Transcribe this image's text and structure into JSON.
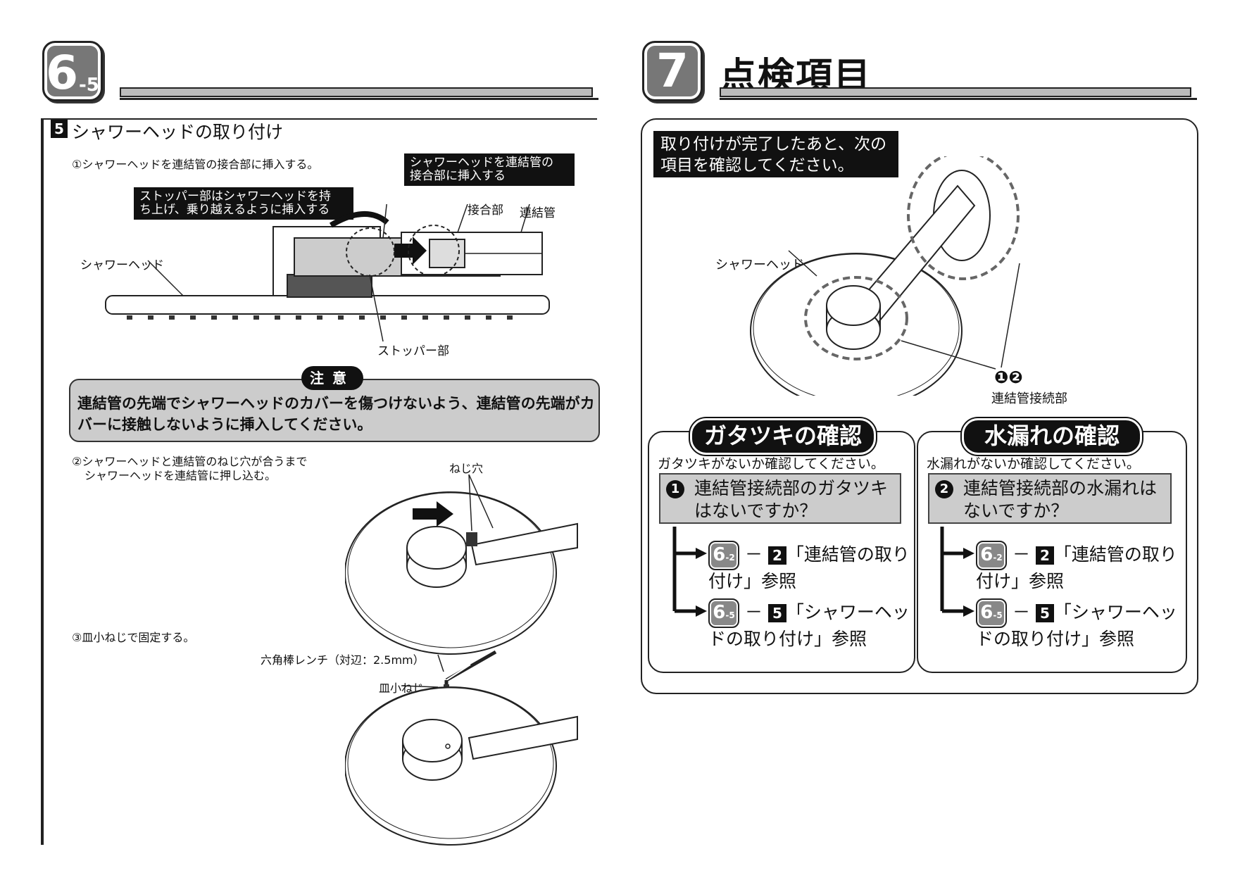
{
  "left": {
    "badge_big": "6",
    "badge_small": "-5",
    "section_number": "5",
    "section_title": "シャワーヘッドの取り付け",
    "step1": "①シャワーヘッドを連結管の接合部に挿入する。",
    "callout_insert": "シャワーヘッドを連結管の\n接合部に挿入する",
    "callout_stopper": "ストッパー部はシャワーヘッドを持\nち上げ、乗り越えるように挿入する",
    "label_joint": "接合部",
    "label_pipe": "連結管",
    "label_showerhead": "シャワーヘッド",
    "label_stopper": "ストッパー部",
    "caution_title": "注意",
    "caution_text": "連結管の先端でシャワーヘッドのカバーを傷つけないよう、連結管の先端がカバーに接触しないように挿入してください。",
    "step2_line1": "②シャワーヘッドと連結管のねじ穴が合うまで",
    "step2_line2": "シャワーヘッドを連結管に押し込む。",
    "label_screwhole": "ねじ穴",
    "step3": "③皿小ねじで固定する。",
    "label_wrench": "六角棒レンチ（対辺：2.5mm）",
    "label_screw": "皿小ねじ"
  },
  "right": {
    "badge": "7",
    "title": "点検項目",
    "instruction": "取り付けが完了したあと、次の\n項目を確認してください。",
    "label_showerhead": "シャワーヘッド",
    "conn_marks": "❶❷",
    "conn_label": "連結管接続部",
    "check1": {
      "title": "ガタツキの確認",
      "note": "ガタツキがないか確認してください。",
      "question": "連結管接続部のガタツキはないですか？",
      "icon": "1",
      "ref1_badge": "6",
      "ref1_small": "-2",
      "ref1_num": "2",
      "ref1_text": "「連結管の取り付け」参照",
      "ref2_badge": "6",
      "ref2_small": "-5",
      "ref2_num": "5",
      "ref2_text": "「シャワーヘッドの取り付け」参照"
    },
    "check2": {
      "title": "水漏れの確認",
      "note": "水漏れがないか確認してください。",
      "question": "連結管接続部の水漏れはないですか？",
      "icon": "2",
      "ref1_badge": "6",
      "ref1_small": "-2",
      "ref1_num": "2",
      "ref1_text": "「連結管の取り付け」参照",
      "ref2_badge": "6",
      "ref2_small": "-5",
      "ref2_num": "5",
      "ref2_text": "「シャワーヘッドの取り付け」参照"
    },
    "dash": "－"
  }
}
